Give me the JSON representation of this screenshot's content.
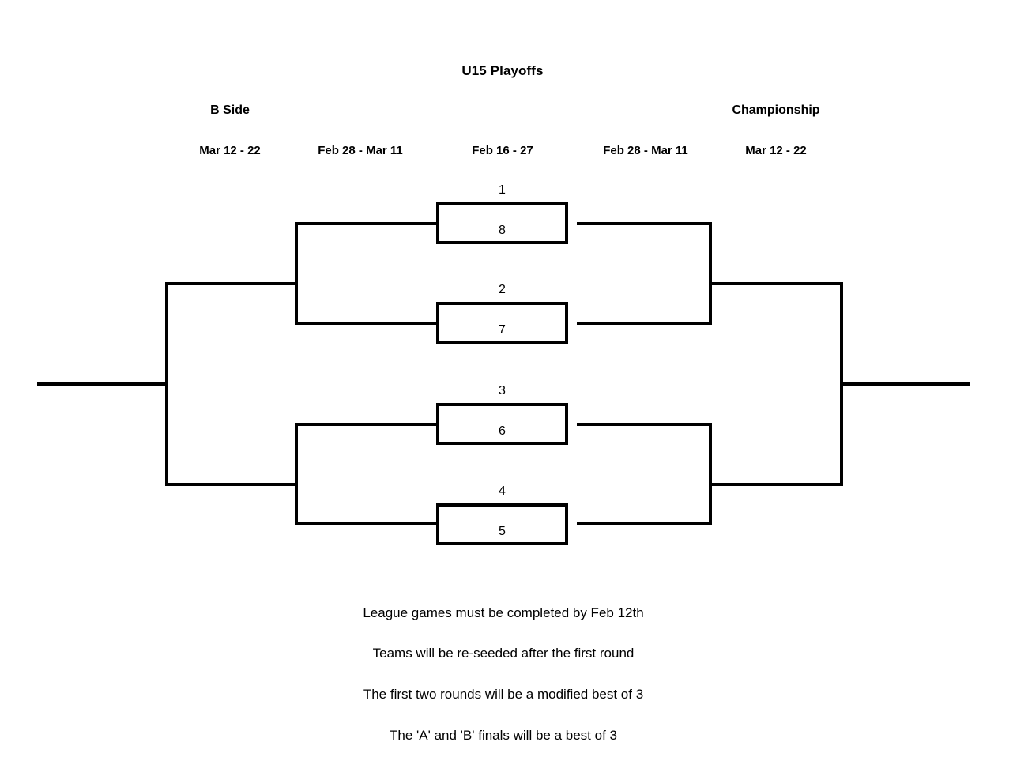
{
  "document": {
    "title": "U15 Playoffs",
    "background_color": "#ffffff",
    "line_color": "#000000"
  },
  "headers": {
    "b_side_label": "B Side",
    "championship_label": "Championship"
  },
  "round_dates": [
    {
      "label": "Mar 12 - 22",
      "side": "b-side",
      "round": "b-final"
    },
    {
      "label": "Feb 28 - Mar 11",
      "side": "b-side",
      "round": "b-semifinal"
    },
    {
      "label": "Feb 16 - 27",
      "side": "center",
      "round": "first-round"
    },
    {
      "label": "Feb 28 - Mar 11",
      "side": "championship",
      "round": "semifinal"
    },
    {
      "label": "Mar 12 - 22",
      "side": "championship",
      "round": "final"
    }
  ],
  "matchups": [
    {
      "id": "match-1",
      "top_seed": "1",
      "bottom_seed": "8"
    },
    {
      "id": "match-2",
      "top_seed": "2",
      "bottom_seed": "7"
    },
    {
      "id": "match-3",
      "top_seed": "3",
      "bottom_seed": "6"
    },
    {
      "id": "match-4",
      "top_seed": "4",
      "bottom_seed": "5"
    }
  ],
  "notes": [
    "League games must be completed by Feb 12th",
    "Teams will be re-seeded after the first round",
    "The first two rounds will be a modified best of 3",
    "The 'A' and 'B' finals will be a best of 3"
  ]
}
